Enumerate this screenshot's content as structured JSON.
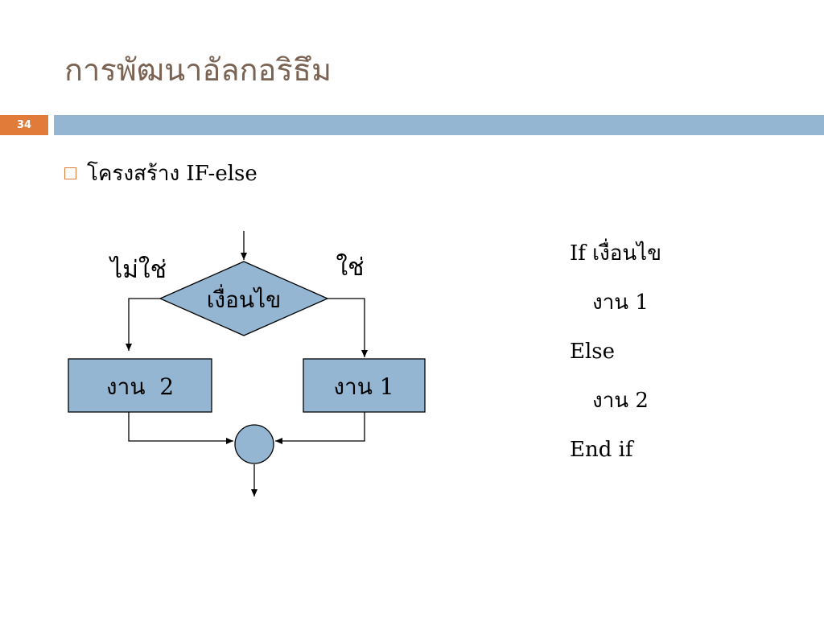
{
  "slide": {
    "title": "การพัฒนาอัลกอริธึม",
    "page_number": "34",
    "bullet": "โครงสร้าง IF-else"
  },
  "flowchart": {
    "decision": "เงื่อนไข",
    "no_label": "ไม่ใช่",
    "yes_label": "ใช่",
    "task_false": "งาน  2",
    "task_true": "งาน 1"
  },
  "pseudocode": {
    "lines": [
      "If เงื่อนไข",
      "งาน 1",
      "Else",
      "งาน 2",
      "End if"
    ]
  },
  "colors": {
    "title": "#7a6352",
    "accent": "#e07b39",
    "bar": "#94b6d2",
    "shape_fill": "#94b6d2"
  }
}
